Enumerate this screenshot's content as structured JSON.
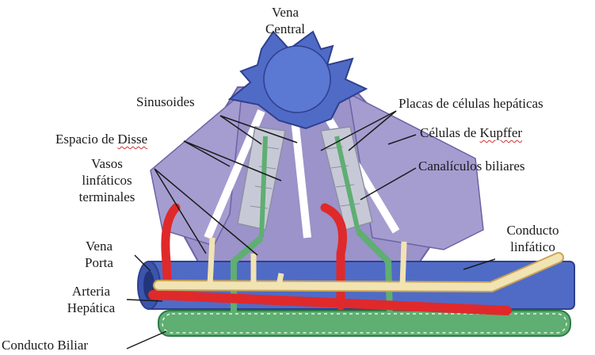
{
  "labels": {
    "vena_central": [
      "Vena",
      "Central"
    ],
    "sinusoides": "Sinusoides",
    "espacio_de_disse": {
      "prefix": "Espacio de ",
      "underlined": "Disse"
    },
    "vasos_linfaticos_terminales": [
      "Vasos",
      "linfáticos",
      "terminales"
    ],
    "vena_porta": [
      "Vena",
      "Porta"
    ],
    "arteria_hepatica": [
      "Arteria",
      "Hepática"
    ],
    "conducto_biliar": "Conducto Biliar",
    "placas_celulas_hepaticas": "Placas de células hepáticas",
    "celulas_de_kupffer": {
      "prefix": "Células de ",
      "underlined": "Kupffer"
    },
    "canaliculos_biliares": "Canalículos biliares",
    "conducto_linfatico": [
      "Conducto",
      "linfático"
    ]
  },
  "colors": {
    "vein": "#4f6bc6",
    "vein_dark": "#2f3f8e",
    "tissue": "#9b93c9",
    "tissue_dark": "#6c63a5",
    "hepatocyte": "#c7cad6",
    "artery": "#e0292b",
    "bile": "#5fae72",
    "bile_light": "#a8d8a7",
    "lymph": "#f2e3b3",
    "lymph_edge": "#c9a457"
  }
}
